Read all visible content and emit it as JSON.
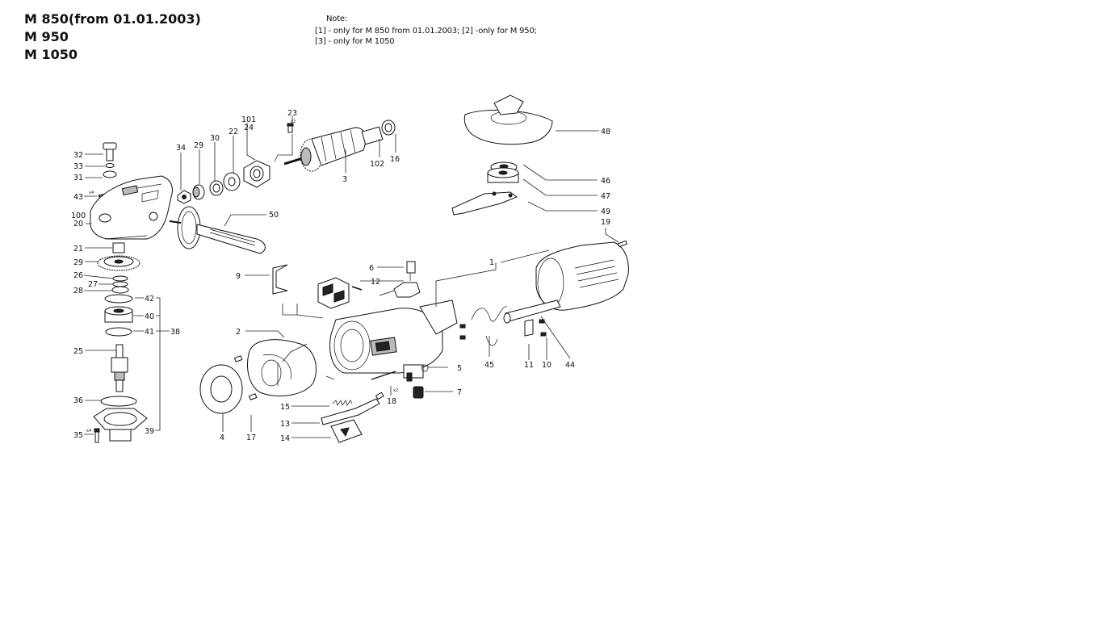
{
  "header": {
    "models": [
      "M 850(from 01.01.2003)",
      "M 950",
      "M 1050"
    ]
  },
  "note": {
    "title": "Note:",
    "line1": "[1] -  only for M 850 from 01.01.2003; [2] -only for M 950;",
    "line2": "[3] -  only for M 1050"
  },
  "parts": {
    "p1": "1",
    "p2": "2",
    "p3": "3",
    "p4": "4",
    "p5": "5",
    "p6": "6",
    "p7": "7",
    "p9": "9",
    "p10": "10",
    "p11": "11",
    "p12": "12",
    "p13": "13",
    "p14": "14",
    "p15": "15",
    "p16": "16",
    "p17": "17",
    "p18": "18",
    "p19": "19",
    "p20": "20",
    "p21": "21",
    "p22": "22",
    "p23": "23",
    "p24": "24",
    "p25": "25",
    "p26": "26",
    "p27": "27",
    "p28": "28",
    "p29a": "29",
    "p29b": "29",
    "p30": "30",
    "p31": "31",
    "p32": "32",
    "p33": "33",
    "p34": "34",
    "p35": "35",
    "p36": "36",
    "p38": "38",
    "p39": "39",
    "p40": "40",
    "p41": "41",
    "p42": "42",
    "p43": "43",
    "p44": "44",
    "p45": "45",
    "p46": "46",
    "p47": "47",
    "p48": "48",
    "p49": "49",
    "p50": "50",
    "p100": "100",
    "p101": "101",
    "p102": "102"
  },
  "qty": {
    "x2_23": "x2",
    "x4_43": "x4",
    "x2_18": "x2",
    "x4_35": "x4"
  }
}
